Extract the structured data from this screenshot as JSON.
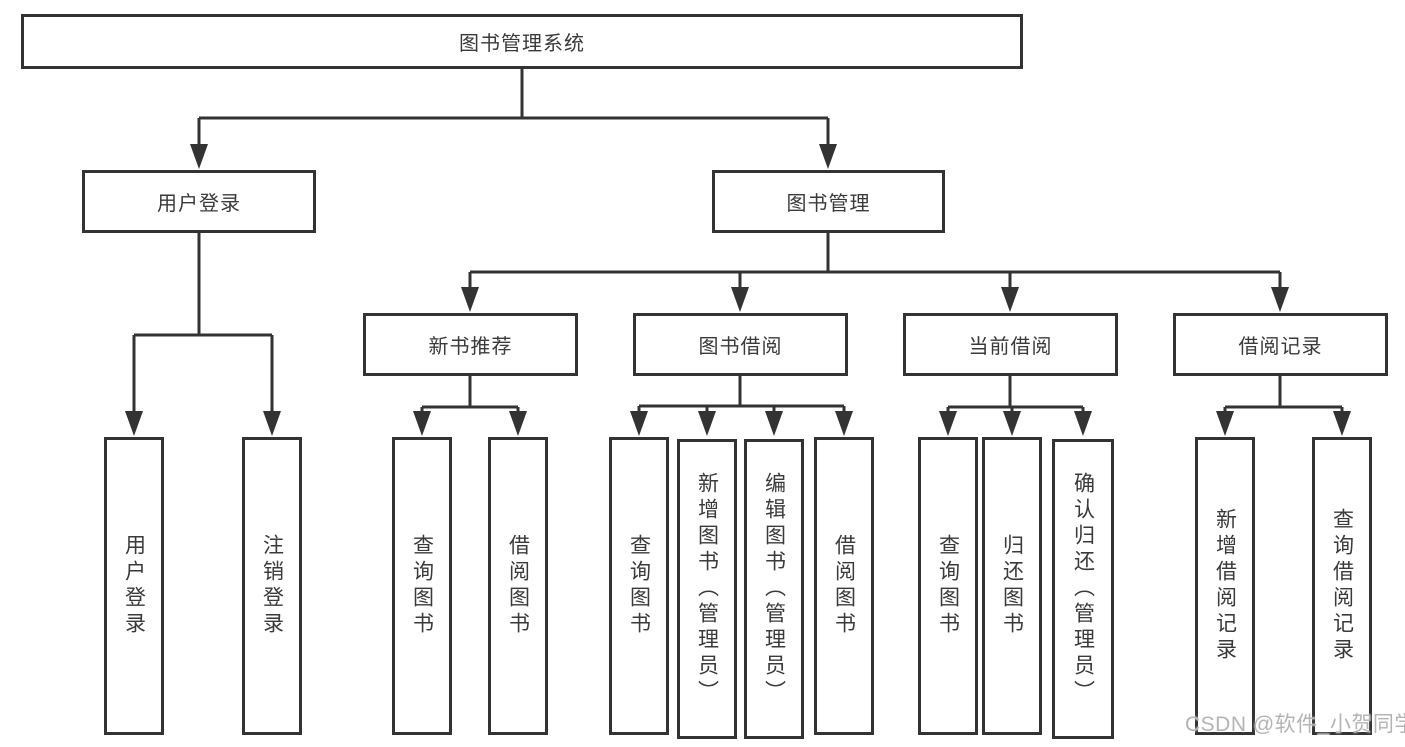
{
  "nodes": {
    "root": "图书管理系统",
    "user_login": "用户登录",
    "book_mgmt": "图书管理",
    "new_book_rec": "新书推荐",
    "book_borrow": "图书借阅",
    "current_borrow": "当前借阅",
    "borrow_records": "借阅记录",
    "ul_login": "用户登录",
    "ul_logout": "注销登录",
    "nbr_query": "查询图书",
    "nbr_borrow": "借阅图书",
    "bb_query": "查询图书",
    "bb_add": "新增图书（管理员）",
    "bb_edit": "编辑图书（管理员）",
    "bb_borrow": "借阅图书",
    "cb_query": "查询图书",
    "cb_return": "归还图书",
    "cb_confirm": "确认归还（管理员）",
    "br_add": "新增借阅记录",
    "br_query": "查询借阅记录"
  },
  "watermark": "CSDN @软件_小贺同学",
  "colors": {
    "line": "#333333",
    "text": "#3a3a3a",
    "watermark": "#b4b4b4",
    "background": "#ffffff"
  }
}
